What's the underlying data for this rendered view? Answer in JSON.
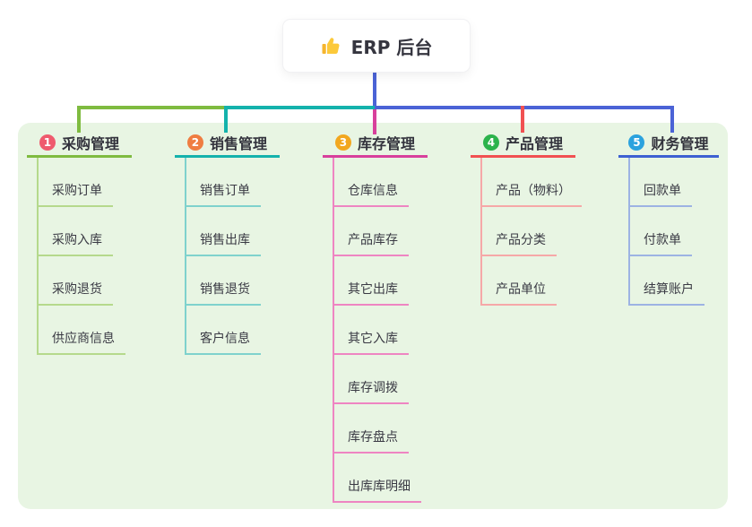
{
  "root": {
    "label": "ERP 后台",
    "icon": "thumbs-up-icon"
  },
  "canvas": {
    "background": "#ffffff",
    "panel_background": "#e8f5e3",
    "root_connector_color": "#4b63d6"
  },
  "branches": [
    {
      "index": "1",
      "label": "采购管理",
      "badge_color": "#ef5b6e",
      "line_color": "#7fbb40",
      "light_color": "#b5d98c",
      "children": [
        "采购订单",
        "采购入库",
        "采购退货",
        "供应商信息"
      ]
    },
    {
      "index": "2",
      "label": "销售管理",
      "badge_color": "#ef7d41",
      "line_color": "#14b2ac",
      "light_color": "#7fd2cd",
      "children": [
        "销售订单",
        "销售出库",
        "销售退货",
        "客户信息"
      ]
    },
    {
      "index": "3",
      "label": "库存管理",
      "badge_color": "#f2a71f",
      "line_color": "#d8409c",
      "light_color": "#ee85c2",
      "children": [
        "仓库信息",
        "产品库存",
        "其它出库",
        "其它入库",
        "库存调拨",
        "库存盘点",
        "出库库明细"
      ]
    },
    {
      "index": "4",
      "label": "产品管理",
      "badge_color": "#2cb34c",
      "line_color": "#f15152",
      "light_color": "#f6a8a8",
      "children": [
        "产品（物料）",
        "产品分类",
        "产品单位"
      ]
    },
    {
      "index": "5",
      "label": "财务管理",
      "badge_color": "#2ba2de",
      "line_color": "#3e61d2",
      "light_color": "#9db3e3",
      "children": [
        "回款单",
        "付款单",
        "结算账户"
      ]
    }
  ]
}
